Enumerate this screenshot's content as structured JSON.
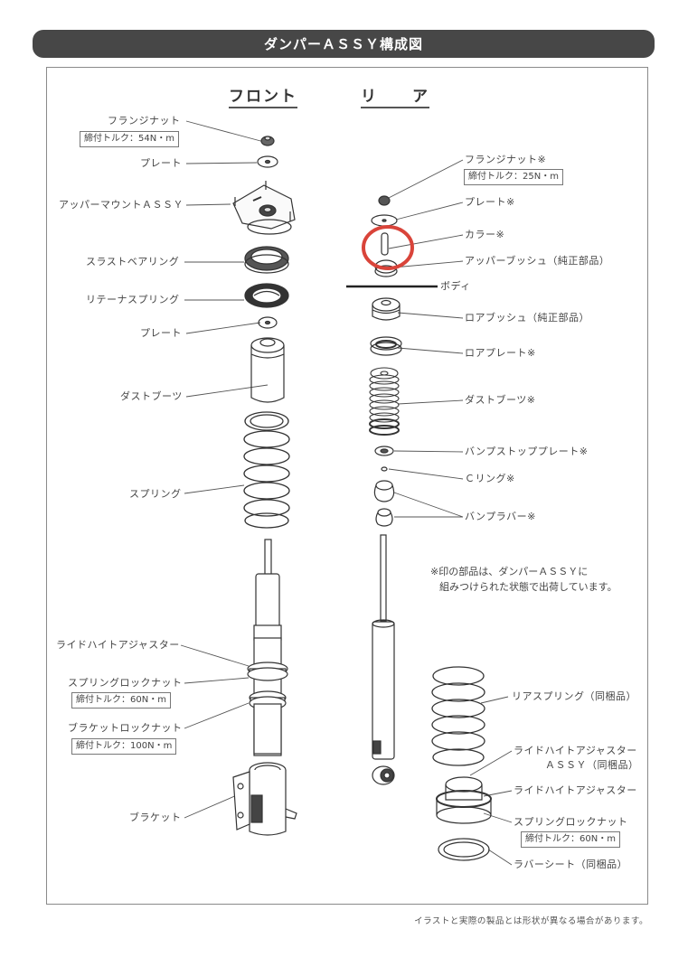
{
  "title": "ダンパーＡＳＳＹ構成図",
  "headings": {
    "front": "フロント",
    "rear": "リ　　ア"
  },
  "front": {
    "labels": [
      {
        "id": "flange-nut",
        "text": "フランジナット"
      },
      {
        "id": "plate-top",
        "text": "プレート"
      },
      {
        "id": "upper-mount",
        "text": "アッパーマウントＡＳＳＹ"
      },
      {
        "id": "thrust-bearing",
        "text": "スラストベアリング"
      },
      {
        "id": "retainer-spring",
        "text": "リテーナスプリング"
      },
      {
        "id": "plate-lower",
        "text": "プレート"
      },
      {
        "id": "dust-boot",
        "text": "ダストブーツ"
      },
      {
        "id": "spring",
        "text": "スプリング"
      },
      {
        "id": "ride-height-adjuster",
        "text": "ライドハイトアジャスター"
      },
      {
        "id": "spring-lock-nut",
        "text": "スプリングロックナット"
      },
      {
        "id": "bracket-lock-nut",
        "text": "ブラケットロックナット"
      },
      {
        "id": "bracket",
        "text": "ブラケット"
      }
    ],
    "torques": {
      "flange_nut": "締付トルク：54N・m",
      "spring_lock_nut": "締付トルク：60N・m",
      "bracket_lock_nut": "締付トルク：100N・m"
    }
  },
  "rear": {
    "labels": [
      {
        "id": "flange-nut",
        "text": "フランジナット※"
      },
      {
        "id": "plate",
        "text": "プレート※"
      },
      {
        "id": "collar",
        "text": "カラー※"
      },
      {
        "id": "upper-bush",
        "text": "アッパーブッシュ（純正部品）"
      },
      {
        "id": "body",
        "text": "ボディ"
      },
      {
        "id": "lower-bush",
        "text": "ロアブッシュ（純正部品）"
      },
      {
        "id": "lower-plate",
        "text": "ロアプレート※"
      },
      {
        "id": "dust-boot",
        "text": "ダストブーツ※"
      },
      {
        "id": "bump-stop-plate",
        "text": "バンプストッププレート※"
      },
      {
        "id": "c-ring",
        "text": "Ｃリング※"
      },
      {
        "id": "bump-rubber",
        "text": "バンプラバー※"
      },
      {
        "id": "rear-spring",
        "text": "リアスプリング（同梱品）"
      },
      {
        "id": "rha-assy-1",
        "text": "ライドハイトアジャスター"
      },
      {
        "id": "rha-assy-2",
        "text": "ＡＳＳＹ（同梱品）"
      },
      {
        "id": "ride-height-adjuster",
        "text": "ライドハイトアジャスター"
      },
      {
        "id": "spring-lock-nut",
        "text": "スプリングロックナット"
      },
      {
        "id": "rubber-seat",
        "text": "ラバーシート（同梱品）"
      }
    ],
    "torques": {
      "flange_nut": "締付トルク：25N・m",
      "spring_lock_nut": "締付トルク：60N・m"
    },
    "note_lines": [
      "※印の部品は、ダンパーＡＳＳＹに",
      "組みつけられた状態で出荷しています。"
    ]
  },
  "highlight": {
    "target": "カラー※",
    "color": "#d9443a"
  },
  "footer": "イラストと実際の製品とは形状が異なる場合があります。"
}
